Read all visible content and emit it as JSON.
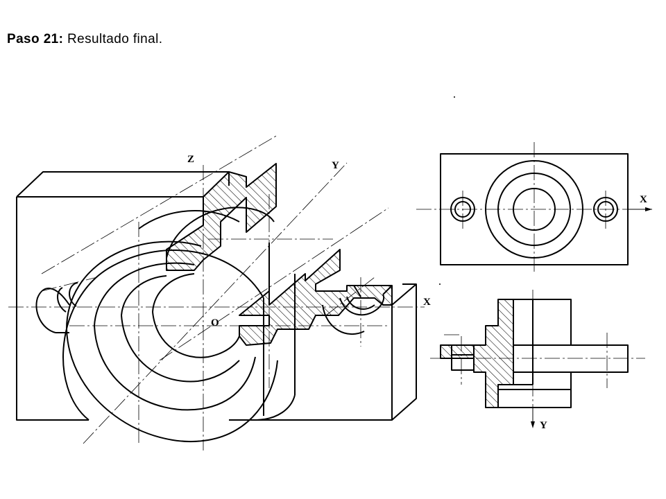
{
  "header": {
    "step": "Paso 21:",
    "text": "Resultado final."
  },
  "axes": {
    "iso_z": "Z",
    "iso_y": "Y",
    "iso_x": "X",
    "iso_origin": "O",
    "plan_x": "X",
    "elev_y": "Y"
  }
}
